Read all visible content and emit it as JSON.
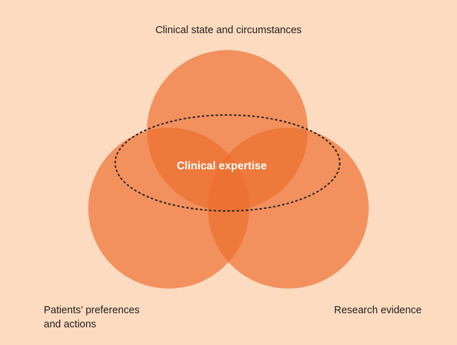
{
  "diagram": {
    "top_label": "Clinical state and circumstances",
    "left_label": "Patients’ preferences\nand actions",
    "right_label": "Research evidence",
    "center_label": "Clinical expertise",
    "colors": {
      "background": "#fddbc0",
      "circle_fill": "#ec6d2d",
      "dashed_outline": "#222222",
      "center_text": "#ffffff"
    }
  }
}
